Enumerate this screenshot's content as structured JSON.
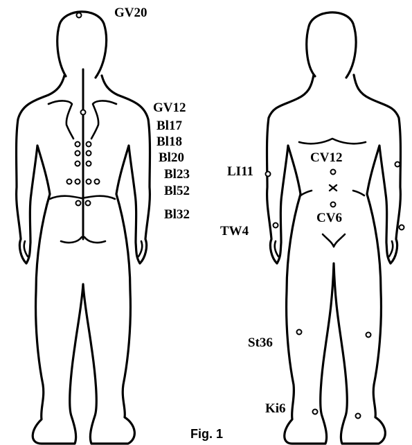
{
  "caption": "Fig. 1",
  "back_view": {
    "labels": {
      "gv20": "GV20",
      "gv12": "GV12",
      "bl17": "Bl17",
      "bl18": "Bl18",
      "bl20": "Bl20",
      "bl23": "Bl23",
      "bl52": "Bl52",
      "bl32": "Bl32"
    }
  },
  "front_view": {
    "labels": {
      "li11": "LI11",
      "cv12": "CV12",
      "cv6": "CV6",
      "tw4": "TW4",
      "st36": "St36",
      "ki6": "Ki6"
    }
  }
}
